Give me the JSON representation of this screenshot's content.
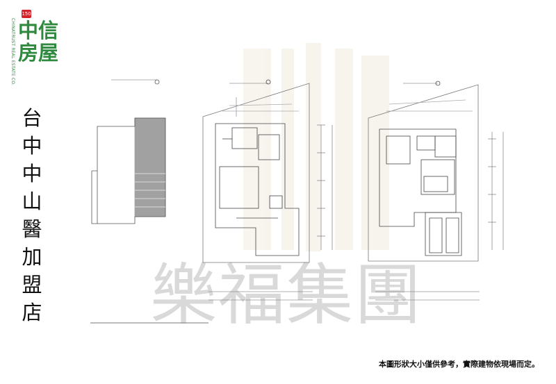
{
  "brand": {
    "badge": "150",
    "name": "中信房屋",
    "sub_text": "CHINATRUST REAL ESTATE CO.",
    "brand_color": "#2f8a3f",
    "badge_color": "#d3222a"
  },
  "store_name_chars": [
    "台",
    "中",
    "中",
    "山",
    "醫",
    "加",
    "盟",
    "店"
  ],
  "watermark": "樂福集團",
  "disclaimer": "本圖形狀大小僅供參考，實際建物依現場而定。",
  "icons": [
    "floor-plan-drawing",
    "logo-emblem"
  ]
}
